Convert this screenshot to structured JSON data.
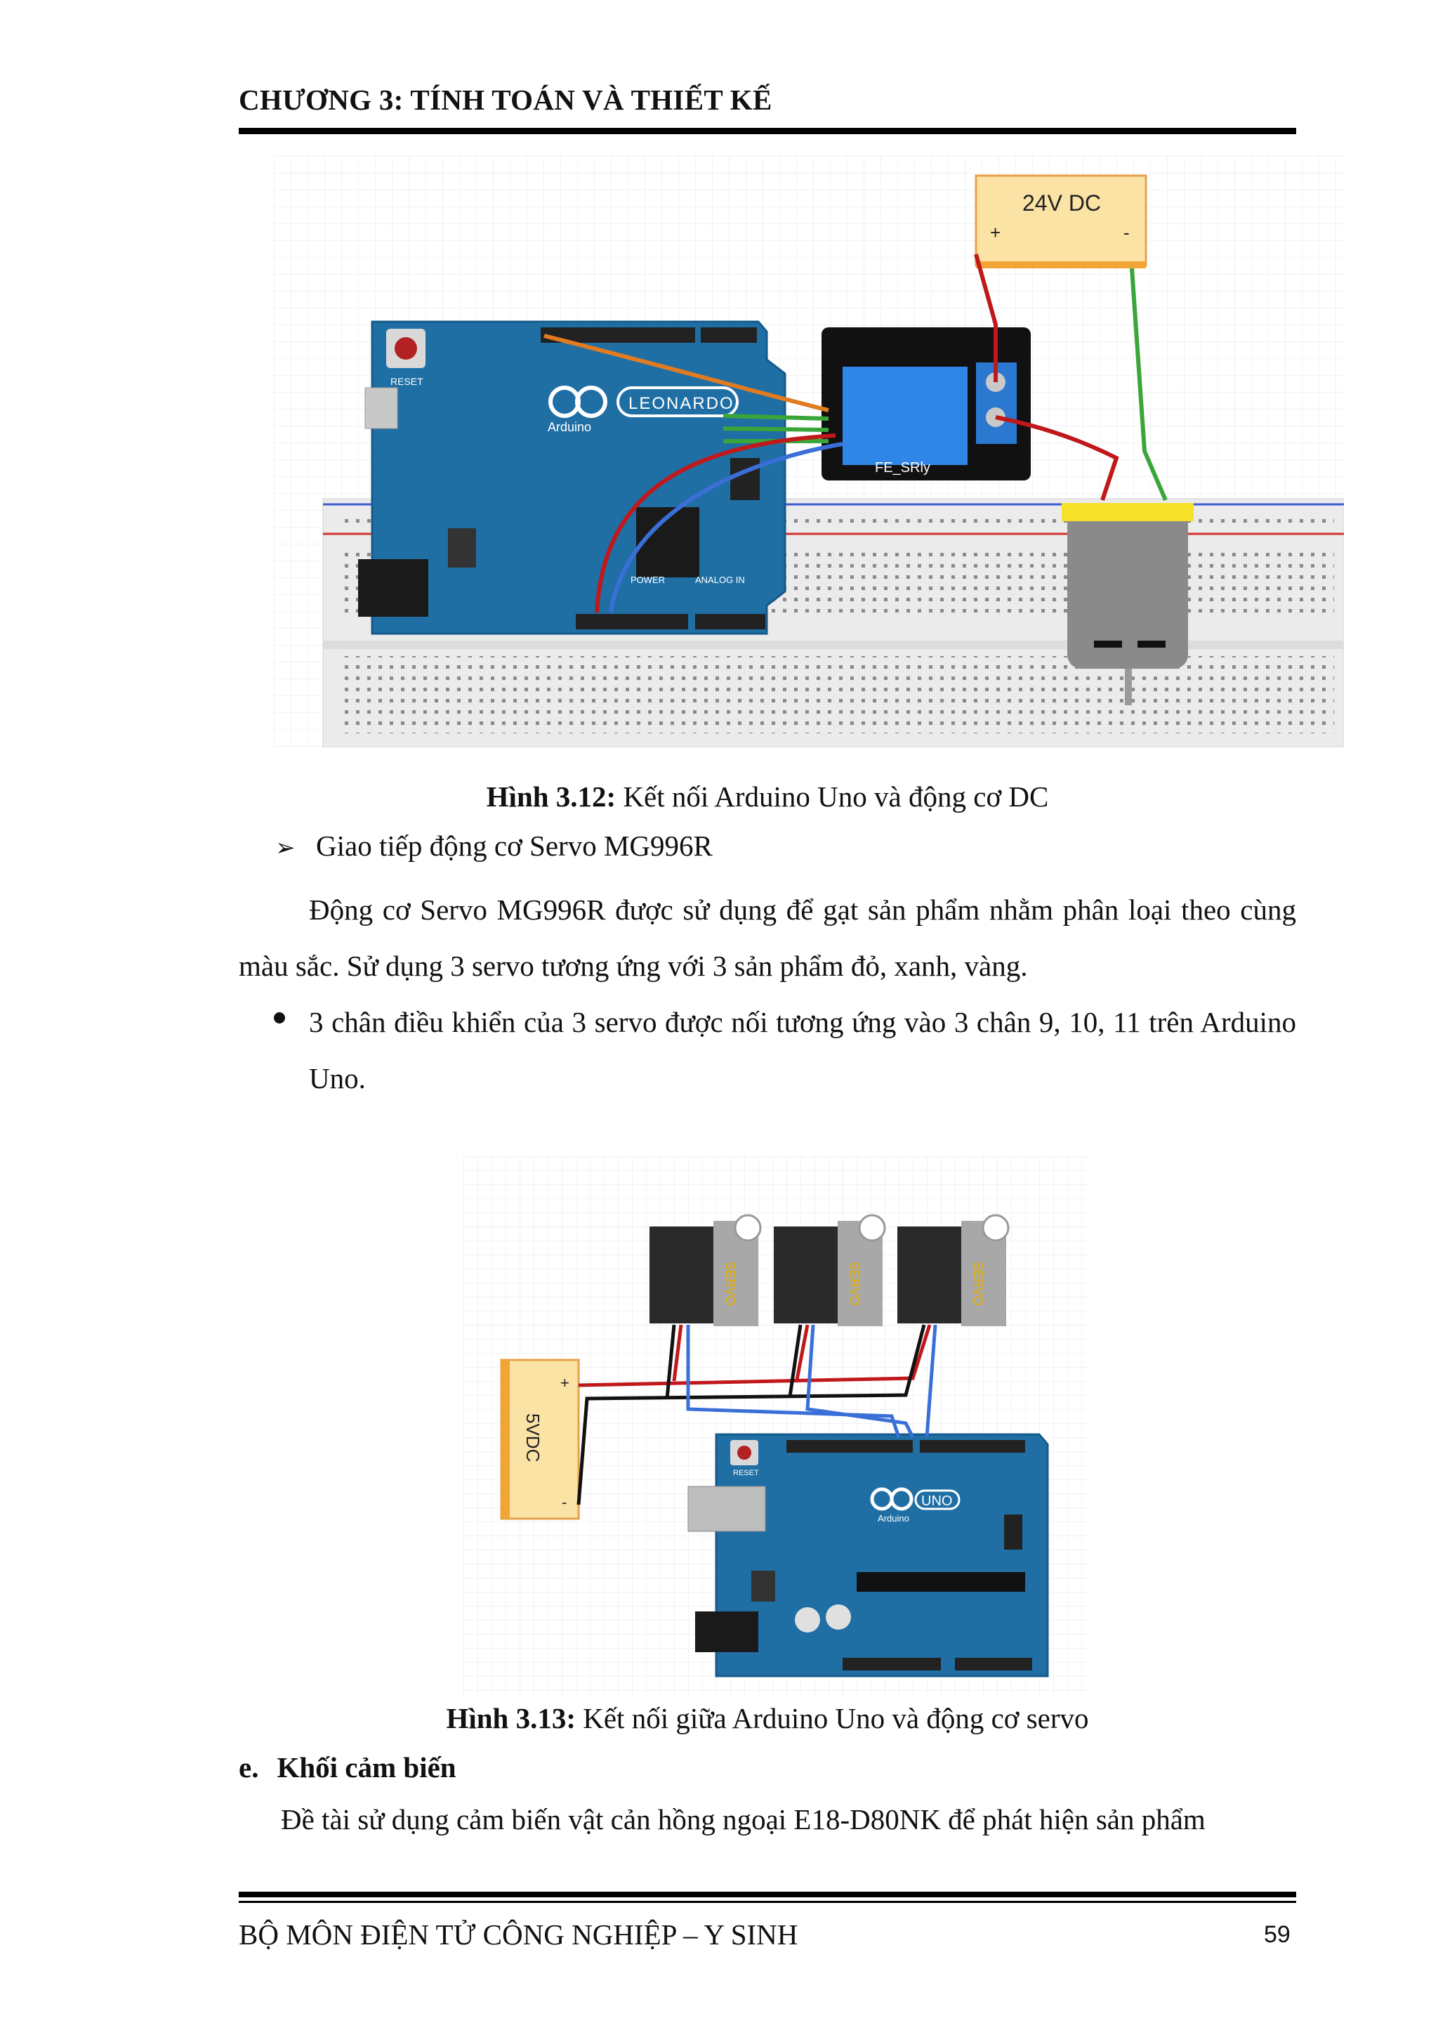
{
  "header": {
    "chapter": "CHƯƠNG 3: TÍNH TOÁN VÀ THIẾT KẾ"
  },
  "figure1": {
    "caption_num": "Hình 3.12:",
    "caption_text": " Kết nối Arduino Uno và động cơ DC",
    "supply_label": "24V DC",
    "supply_plus": "+",
    "supply_minus": "-",
    "board_name": "LEONARDO",
    "board_brand": "Arduino",
    "reset_label": "RESET",
    "relay_label": "FE_SRly",
    "power_label": "POWER",
    "analog_label": "ANALOG IN"
  },
  "servo_intro": "Giao tiếp động cơ Servo MG996R",
  "servo_para": "Động cơ Servo MG996R được sử dụng để gạt sản phẩm nhằm phân loại theo cùng màu sắc. Sử dụng 3 servo tương ứng với 3 sản phẩm đỏ, xanh, vàng.",
  "servo_bullet": "3 chân điều khiển của 3 servo được nối tương ứng vào 3 chân 9, 10, 11 trên Arduino Uno.",
  "figure2": {
    "caption_num": "Hình 3.13:",
    "caption_text": " Kết nối giữa Arduino Uno và động cơ servo",
    "supply_label": "5VDC",
    "supply_plus": "+",
    "supply_minus": "-",
    "servo_label": "SERVO",
    "board_name": "UNO",
    "board_brand": "Arduino",
    "reset_label": "RESET"
  },
  "section": {
    "label": "e.",
    "title": "Khối cảm biến"
  },
  "sensor_para": "Đề tài sử dụng cảm biến vật cản hồng ngoại E18-D80NK để phát hiện sản phẩm",
  "footer": {
    "department": "BỘ MÔN ĐIỆN TỬ CÔNG NGHIỆP – Y SINH",
    "page": "59"
  },
  "colors": {
    "board": "#1f6fa5",
    "wire_red": "#c0181b",
    "wire_green": "#3aa63a",
    "wire_blue": "#3a6fd8",
    "wire_orange": "#e07b22",
    "supply": "#fbe3a6",
    "motor_cap": "#f5e12a"
  }
}
